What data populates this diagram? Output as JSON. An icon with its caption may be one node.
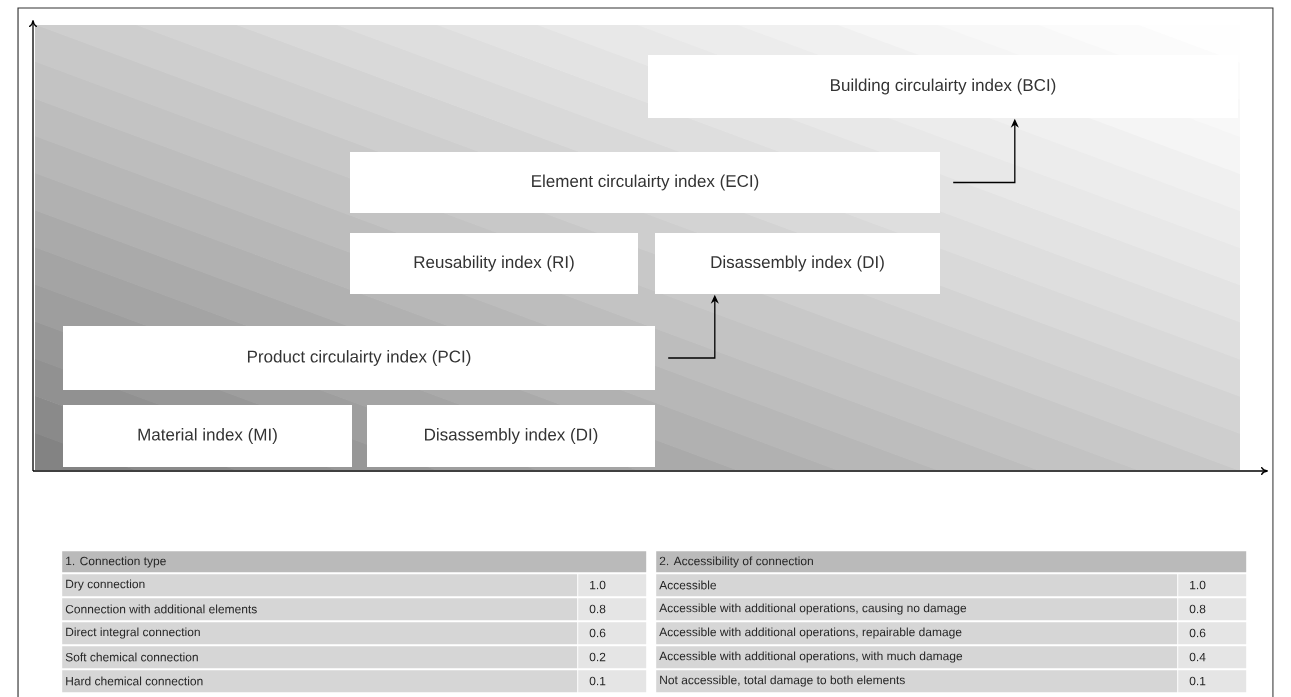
{
  "diagram": {
    "nodes": [
      {
        "text": [
          "Building circulairty index (BCI)"
        ]
      },
      {
        "text": [
          "Element circulairty index (ECI)"
        ]
      },
      {
        "text": [
          "Reusability index (RI)"
        ]
      },
      {
        "text": [
          "Disassembly index (DI)"
        ]
      },
      {
        "text": [
          "Product circulairty index (PCI)"
        ]
      },
      {
        "text": [
          "Material index (MI)"
        ]
      },
      {
        "text": [
          "Disassembly index (DI)"
        ]
      }
    ],
    "edges": [
      {
        "from": 4,
        "to": 3,
        "arrow": "to"
      },
      {
        "from": 1,
        "to": 0,
        "arrow": "to"
      }
    ],
    "labels": [
      "1. Connection type",
      "Dry connection",
      "1.0",
      "Connection with additional elements",
      "0.8",
      "Direct integral connection",
      "0.6",
      "Soft chemical connection",
      "0.2",
      "Hard chemical connection",
      "0.1",
      "2. Accessibility of connection",
      "Accessible",
      "1.0",
      "Accessible with additional operations, causing no damage",
      "0.8",
      "Accessible with additional operations, repairable damage",
      "0.6",
      "Accessible with additional operations, with much damage",
      "0.4",
      "Not accessible, total damage to both elements",
      "0.1"
    ]
  }
}
